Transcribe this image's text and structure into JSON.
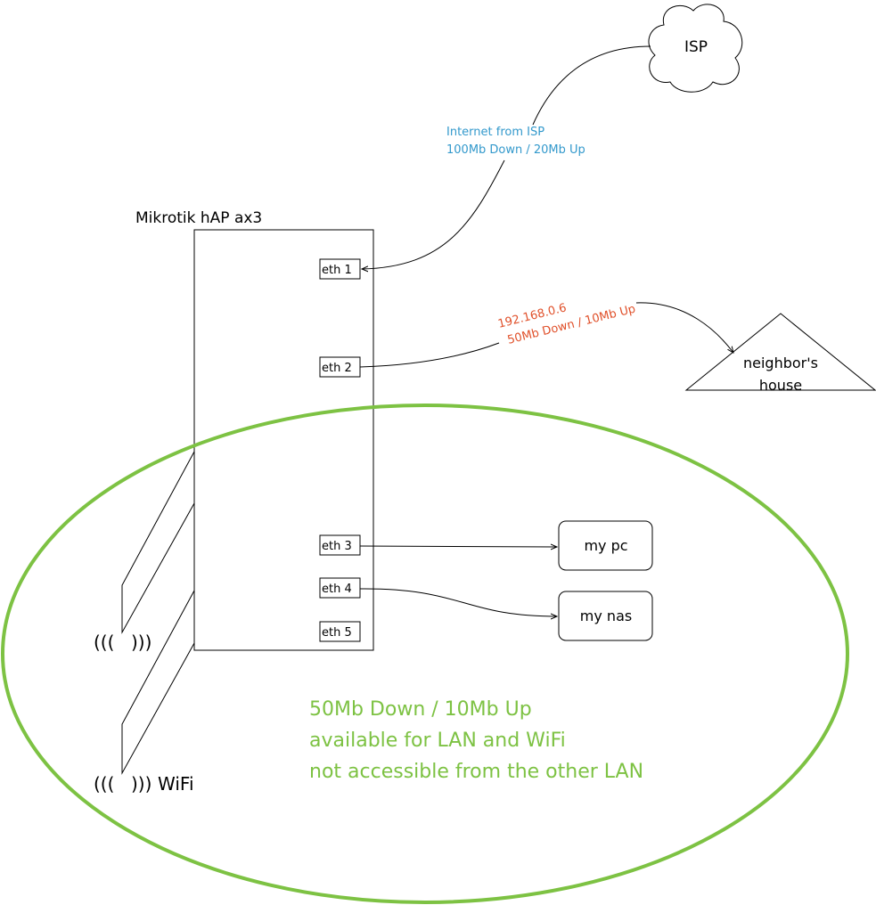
{
  "router": {
    "title": "Mikrotik hAP ax3"
  },
  "ports": {
    "eth1": "eth 1",
    "eth2": "eth 2",
    "eth3": "eth 3",
    "eth4": "eth 4",
    "eth5": "eth 5"
  },
  "isp": {
    "label": "ISP"
  },
  "isp_link": {
    "line1": "Internet from ISP",
    "line2": "100Mb Down / 20Mb Up",
    "color": "#3399cc"
  },
  "neighbor": {
    "line1": "neighbor's",
    "line2": "house"
  },
  "neighbor_link": {
    "line1": "192.168.0.6",
    "line2": "50Mb Down / 10Mb Up",
    "color": "#e0502a"
  },
  "devices": {
    "pc": "my pc",
    "nas": "my nas"
  },
  "wifi": {
    "ant1_left": "(((",
    "ant1_right": ")))",
    "ant2_left": "(((",
    "ant2_right": ")))",
    "label": "WiFi"
  },
  "lan_zone": {
    "line1": "50Mb Down / 10Mb Up",
    "line2": "available for LAN and WiFi",
    "line3": "not accessible from the other LAN",
    "color": "#7dc243"
  }
}
